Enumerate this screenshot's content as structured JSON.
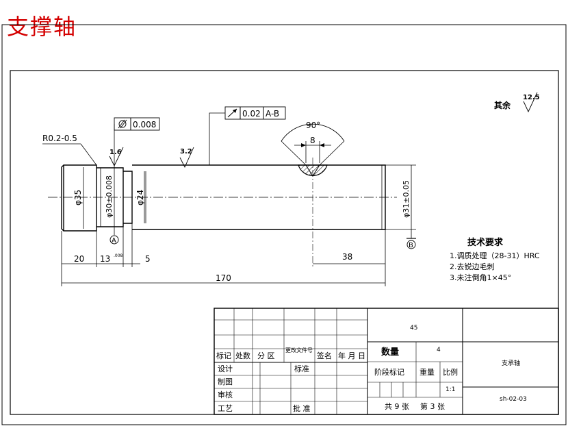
{
  "title": "支撑轴",
  "dimensions": {
    "radius": "R0.2-0.5",
    "dia35": "φ35",
    "dia30": "φ30±0.008",
    "dia24": "φ24",
    "dia31": "φ31±0.05",
    "len20": "20",
    "len13": "13",
    "len_sub": ".008",
    "len5": "5",
    "len38": "38",
    "len170": "170",
    "angle90": "90°",
    "key8": "8"
  },
  "tolerances": {
    "cylindricity": {
      "symbol": "cylindricity-icon",
      "value": "0.008"
    },
    "runout": {
      "symbol": "runout-icon",
      "value": "0.02",
      "datum": "A-B"
    }
  },
  "datums": [
    "A",
    "B"
  ],
  "roughness": {
    "r1": "1.6",
    "r2": "3.2",
    "rest": "12.5",
    "rest_label": "其余"
  },
  "tech_requirements": {
    "heading": "技术要求",
    "items": [
      "1.调质处理（28-31）HRC",
      "2.去锐边毛刺",
      "3.未注倒角1×45°"
    ]
  },
  "title_block": {
    "material": "45",
    "quantity_label": "数量",
    "quantity": "4",
    "part_name": "支承轴",
    "drawing_no": "sh-02-03",
    "row_labels": [
      "标记",
      "处数",
      "分 区",
      "更改文件号",
      "签名",
      "年 月 日"
    ],
    "design": "设计",
    "standard": "标准",
    "drawing": "制图",
    "review": "审核",
    "process": "工艺",
    "approve": "批 准",
    "stage_mark": "阶段标记",
    "weight": "重量",
    "scale_label": "比例",
    "scale": "1:1",
    "sheets": "共 9 张",
    "sheet_no": "第 3 张"
  }
}
